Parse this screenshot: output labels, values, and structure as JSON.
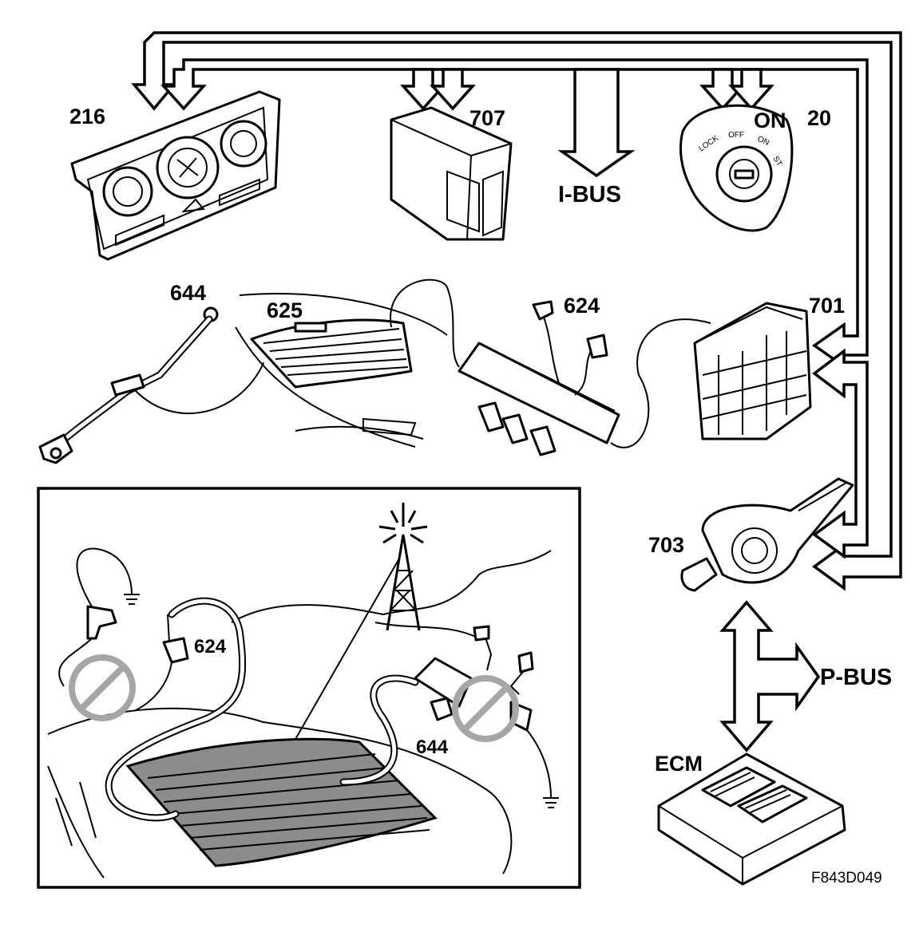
{
  "labels": {
    "p216": "216",
    "p707": "707",
    "p20": "20",
    "on": "ON",
    "lock": "LOCK",
    "off": "OFF",
    "on_small": "ON",
    "st": "ST",
    "ibus": "I-BUS",
    "p644_top": "644",
    "p625": "625",
    "p624_top": "624",
    "p701": "701",
    "p703": "703",
    "pbus": "P-BUS",
    "ecm": "ECM",
    "p624_inset": "624",
    "p644_inset": "644",
    "figure_code": "F843D049"
  },
  "colors": {
    "line": "#000000",
    "background": "#ffffff",
    "prohibited": "#a6a6a6",
    "glass": "#8c8c8c"
  }
}
